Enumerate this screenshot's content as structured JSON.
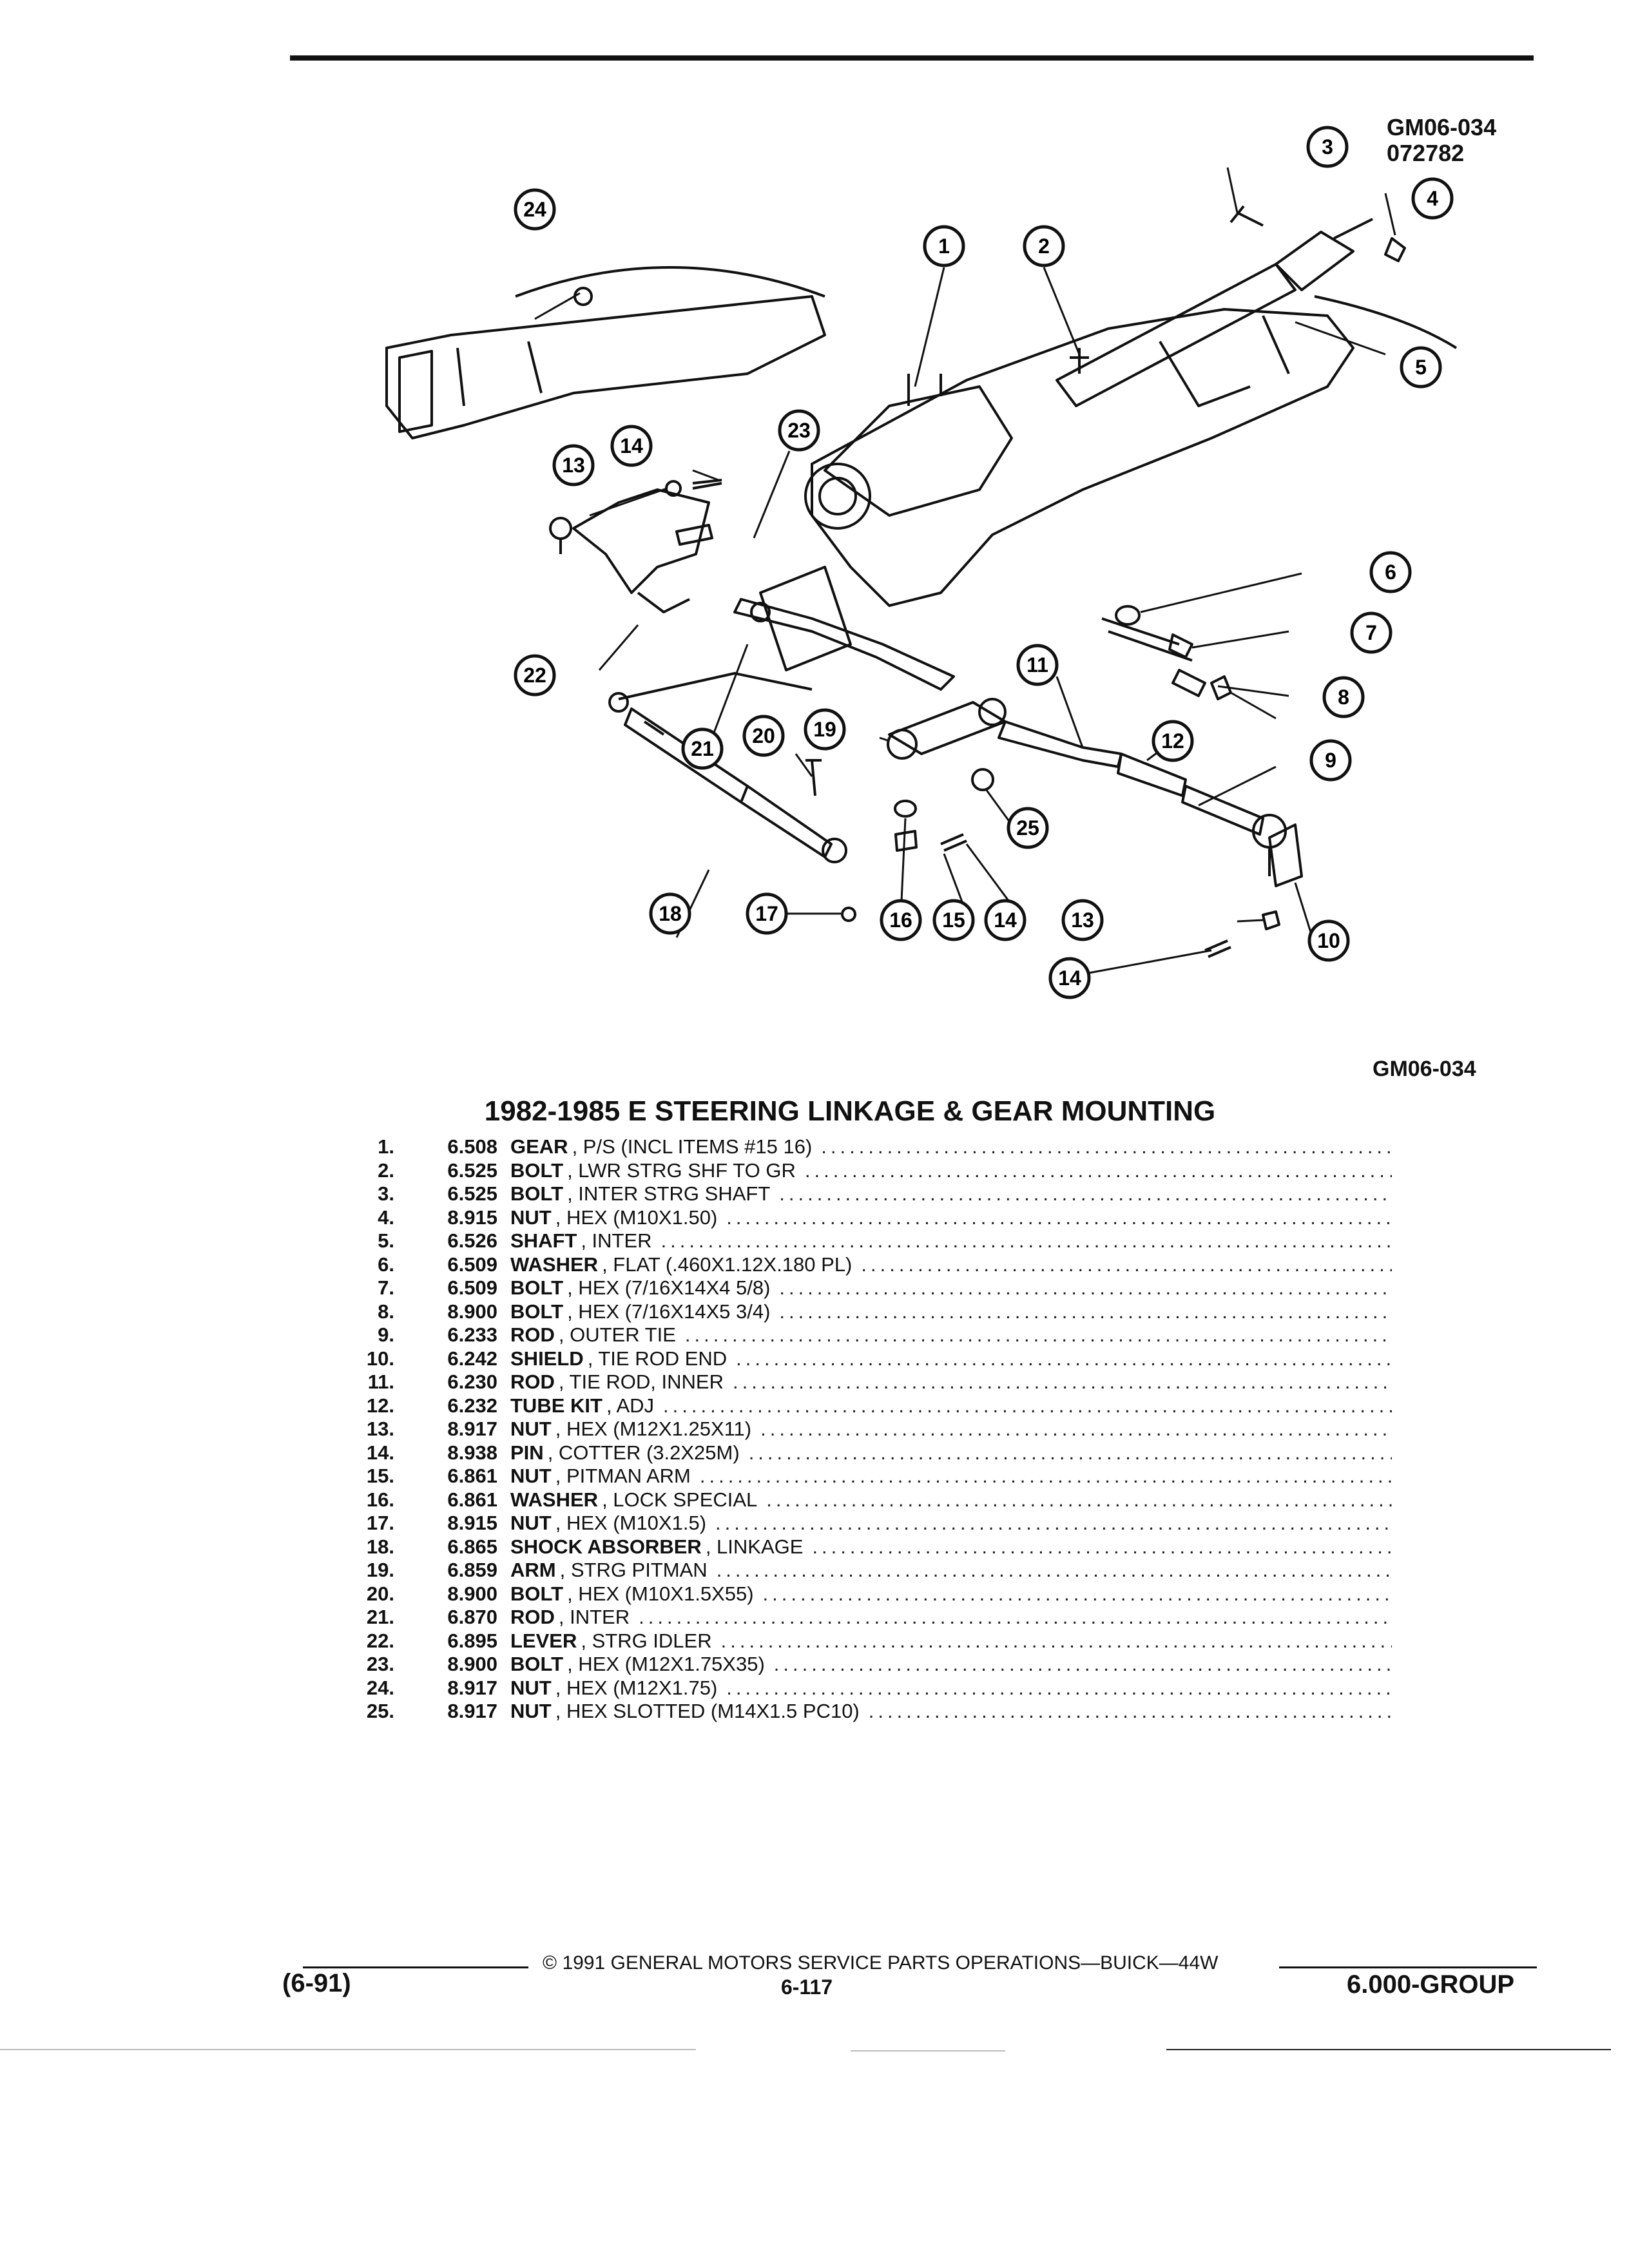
{
  "figure": {
    "id_top": "GM06-034",
    "id_sub": "072782",
    "id_bottom": "GM06-034"
  },
  "title": "1982-1985 E STEERING LINKAGE & GEAR MOUNTING",
  "parts": [
    {
      "num": "1.",
      "code": "6.508",
      "name": "GEAR",
      "desc": ", P/S (INCL ITEMS #15 16)"
    },
    {
      "num": "2.",
      "code": "6.525",
      "name": "BOLT",
      "desc": ", LWR STRG SHF TO GR"
    },
    {
      "num": "3.",
      "code": "6.525",
      "name": "BOLT",
      "desc": ", INTER STRG SHAFT"
    },
    {
      "num": "4.",
      "code": "8.915",
      "name": "NUT",
      "desc": ", HEX (M10X1.50)"
    },
    {
      "num": "5.",
      "code": "6.526",
      "name": "SHAFT",
      "desc": ", INTER"
    },
    {
      "num": "6.",
      "code": "6.509",
      "name": "WASHER",
      "desc": ", FLAT (.460X1.12X.180 PL)"
    },
    {
      "num": "7.",
      "code": "6.509",
      "name": "BOLT",
      "desc": ", HEX (7/16X14X4 5/8)"
    },
    {
      "num": "8.",
      "code": "8.900",
      "name": "BOLT",
      "desc": ", HEX (7/16X14X5 3/4)"
    },
    {
      "num": "9.",
      "code": "6.233",
      "name": "ROD",
      "desc": ", OUTER TIE"
    },
    {
      "num": "10.",
      "code": "6.242",
      "name": "SHIELD",
      "desc": ", TIE ROD END"
    },
    {
      "num": "11.",
      "code": "6.230",
      "name": "ROD",
      "desc": ", TIE ROD, INNER"
    },
    {
      "num": "12.",
      "code": "6.232",
      "name": "TUBE KIT",
      "desc": ", ADJ"
    },
    {
      "num": "13.",
      "code": "8.917",
      "name": "NUT",
      "desc": ", HEX (M12X1.25X11)"
    },
    {
      "num": "14.",
      "code": "8.938",
      "name": "PIN",
      "desc": ", COTTER (3.2X25M)"
    },
    {
      "num": "15.",
      "code": "6.861",
      "name": "NUT",
      "desc": ", PITMAN ARM"
    },
    {
      "num": "16.",
      "code": "6.861",
      "name": "WASHER",
      "desc": ", LOCK SPECIAL"
    },
    {
      "num": "17.",
      "code": "8.915",
      "name": "NUT",
      "desc": ", HEX (M10X1.5)"
    },
    {
      "num": "18.",
      "code": "6.865",
      "name": "SHOCK ABSORBER",
      "desc": ", LINKAGE"
    },
    {
      "num": "19.",
      "code": "6.859",
      "name": "ARM",
      "desc": ", STRG PITMAN"
    },
    {
      "num": "20.",
      "code": "8.900",
      "name": "BOLT",
      "desc": ", HEX (M10X1.5X55)"
    },
    {
      "num": "21.",
      "code": "6.870",
      "name": "ROD",
      "desc": ", INTER"
    },
    {
      "num": "22.",
      "code": "6.895",
      "name": "LEVER",
      "desc": ", STRG IDLER"
    },
    {
      "num": "23.",
      "code": "8.900",
      "name": "BOLT",
      "desc": ", HEX (M12X1.75X35)"
    },
    {
      "num": "24.",
      "code": "8.917",
      "name": "NUT",
      "desc": ", HEX (M12X1.75)"
    },
    {
      "num": "25.",
      "code": "8.917",
      "name": "NUT",
      "desc": ", HEX SLOTTED (M14X1.5 PC10)"
    }
  ],
  "callouts": [
    "1",
    "2",
    "3",
    "4",
    "5",
    "6",
    "7",
    "8",
    "9",
    "10",
    "11",
    "12",
    "13",
    "14",
    "15",
    "16",
    "17",
    "18",
    "19",
    "20",
    "21",
    "22",
    "23",
    "24",
    "25"
  ],
  "footer": {
    "copyright": "© 1991 GENERAL MOTORS SERVICE PARTS OPERATIONS—BUICK—44W",
    "page": "6-117",
    "date_code": "(6-91)",
    "group": "6.000-GROUP"
  }
}
